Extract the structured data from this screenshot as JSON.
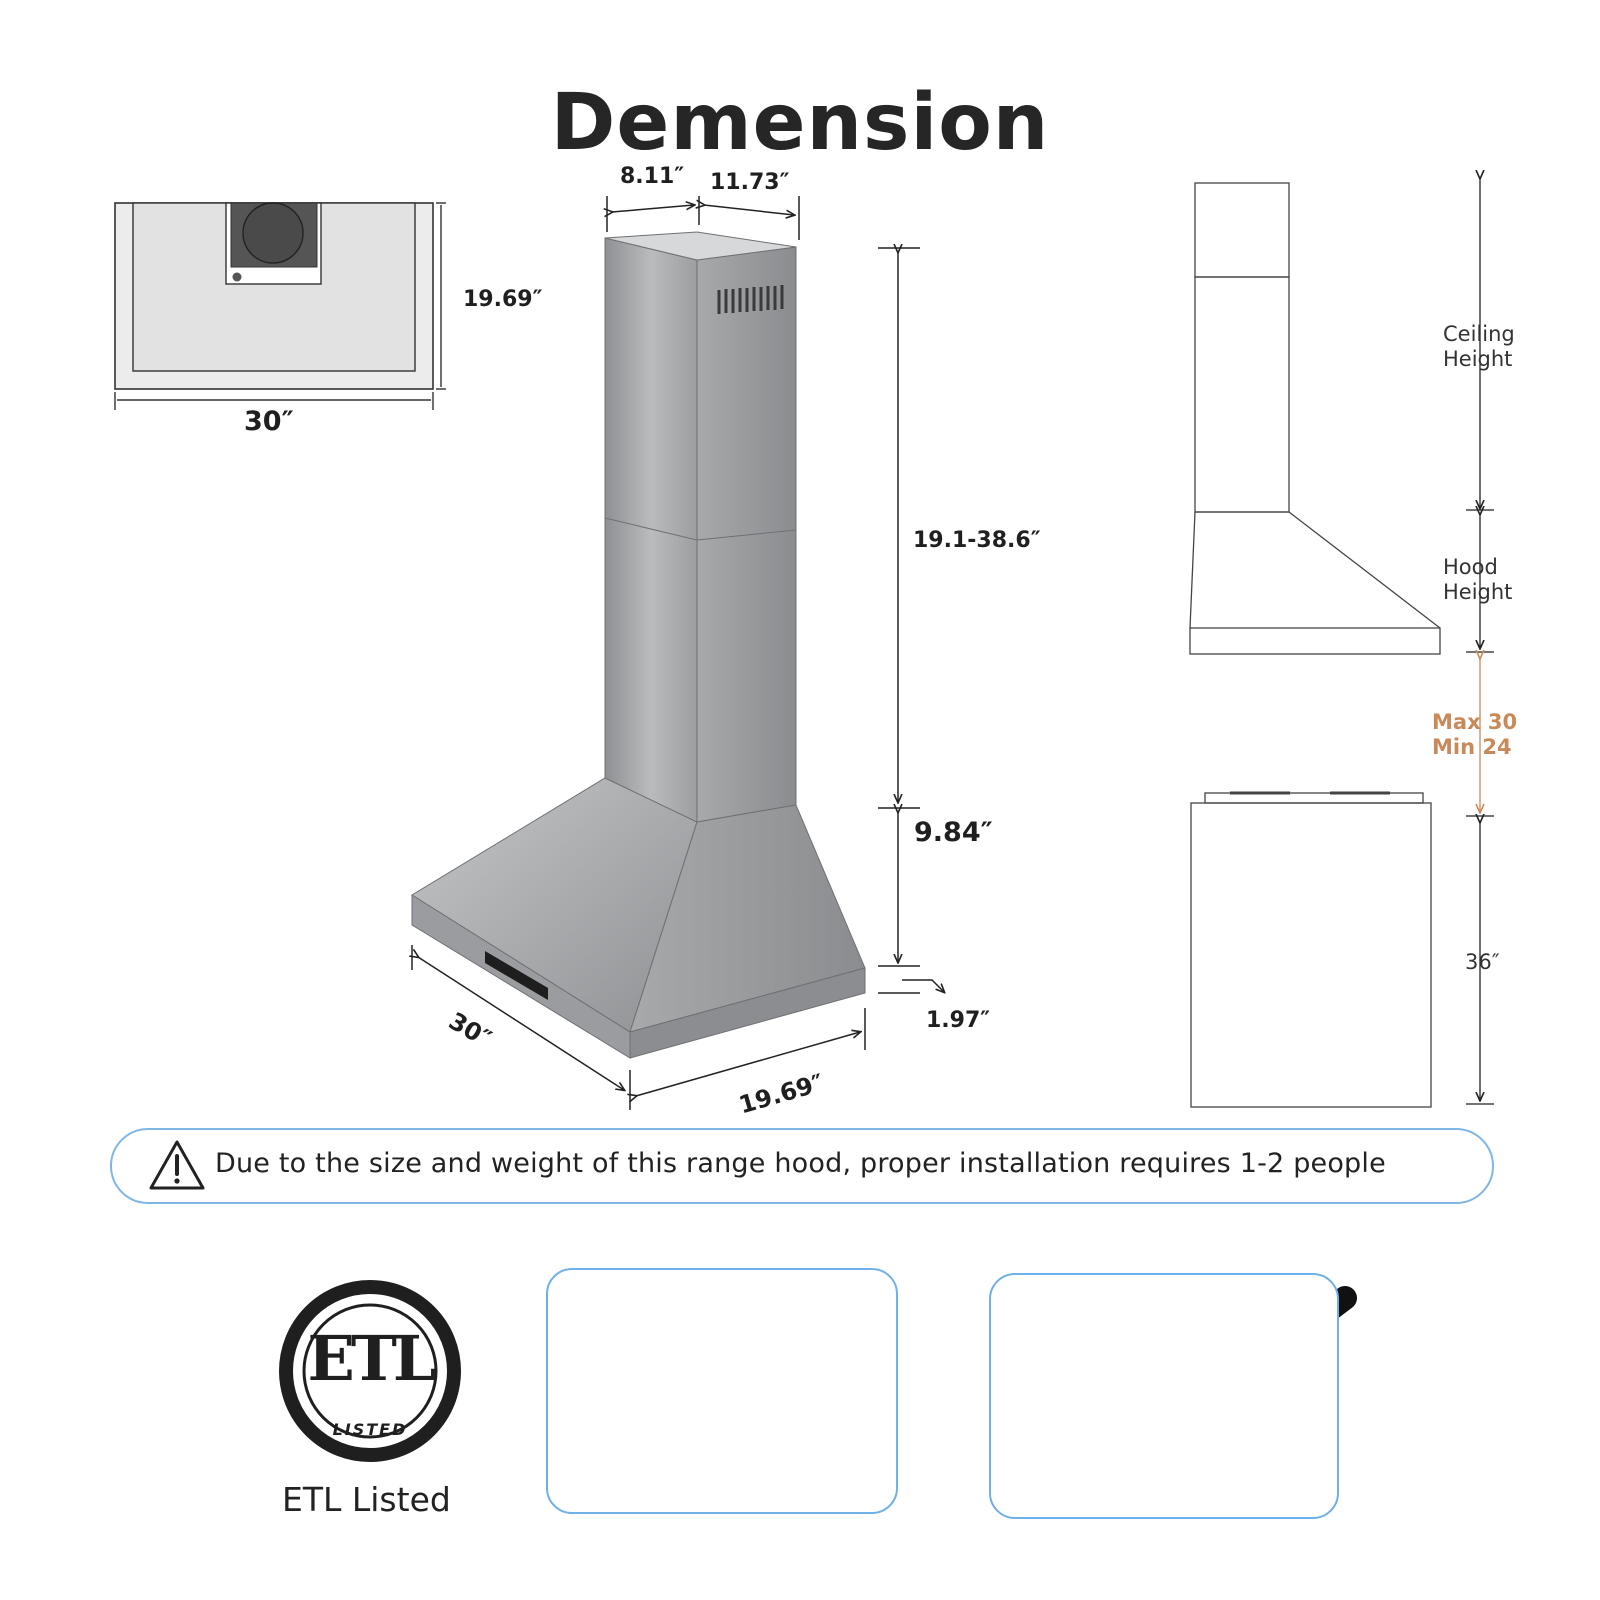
{
  "title": "Demension",
  "top_view": {
    "width_label": "30″",
    "depth_label": "19.69″"
  },
  "hood": {
    "chimney_width_label": "8.11″",
    "chimney_depth_label": "11.73″",
    "chimney_height_label": "19.1-38.6″",
    "hood_height_label": "9.84″",
    "edge_label": "1.97″",
    "front_width_label": "30″",
    "side_depth_label": "19.69″"
  },
  "install": {
    "ceiling_label": "Ceiling\nHeight",
    "hood_label": "Hood\nHeight",
    "range_label": "Max 30\nMin 24",
    "counter_label": "36″"
  },
  "warning": {
    "icon": "warning-triangle-icon",
    "text": "Due to the size and weight of this range hood, proper installation requires 1-2 people"
  },
  "etl": {
    "logo_word": "ETL",
    "logo_sub": "LISTED",
    "label": "ETL Listed"
  },
  "colors": {
    "accent_blue": "#6eb0e8",
    "orange": "#c98a5a",
    "steel": "#a9abad"
  }
}
